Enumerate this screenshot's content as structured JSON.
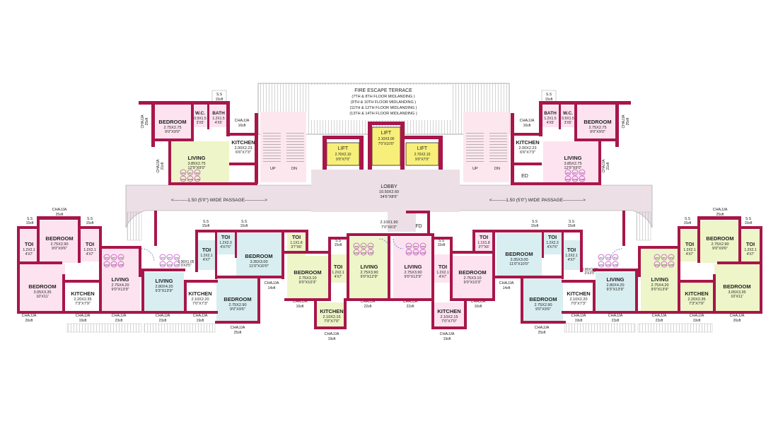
{
  "terrace": {
    "title": "FIRE ESCAPE TERRACE",
    "lines": [
      "(7TH & 8TH FLOOR MIDLANDING )",
      "(9TH & 10TH FLOOR MIDLANDING )",
      "(11TH & 12TH FLOOR MIDLANDING )",
      "(13TH & 14TH FLOOR MIDLANDING )"
    ]
  },
  "lobby": {
    "name": "LOBBY",
    "d1": "10.50X2.60",
    "d2": "34'6\"X8'6\""
  },
  "core": {
    "passage": "<---------1.50 (5'0\") WIDE PASSAGE------------->",
    "corridor_dim1": "2.10X1.90",
    "corridor_dim2": "7'0\"X6'3\"",
    "fd": "FD",
    "ed": "ED",
    "up": "UP",
    "dn": "DN"
  },
  "lifts": [
    {
      "name": "LIFT",
      "d1": "2.70X2.10",
      "d2": "9'0\"X7'0\""
    },
    {
      "name": "LIFT",
      "d1": "2.10X3.00",
      "d2": "7'0\"X10'0\""
    },
    {
      "name": "LIFT",
      "d1": "2.70X2.10",
      "d2": "9'0\"X7'0\""
    }
  ],
  "common": {
    "chajja": "CHAJJA",
    "ss": "S.S",
    "ss_area": "15sft"
  },
  "chajja_areas": [
    "25sft",
    "16sft",
    "21sft",
    "26sft",
    "19sft",
    "23sft",
    "14sft",
    "22sft"
  ],
  "rooms": {
    "bedroom": "BEDROOM",
    "living": "LIVING",
    "kitchen": "KITCHEN",
    "toi": "TOI",
    "wc": "W.C.",
    "bath": "BATH"
  },
  "dims": {
    "bed_275x275": [
      "2.75X2.75",
      "9'0\"X9'0\""
    ],
    "wc": [
      "0.9X1.5",
      "3'X5'"
    ],
    "bath": [
      "1.2X1.5",
      "4'X5'"
    ],
    "kit_200x223": [
      "2.00X2.23",
      "6'6\"X7'3\""
    ],
    "liv_385x275": [
      "3.85X2.75",
      "12'9\"X9'0\""
    ],
    "bed_275x290": [
      "2.75X2.90",
      "9'0\"X9'6\""
    ],
    "toi_12x21": [
      "1.2X2.1",
      "4'X7'"
    ],
    "bed_305x335": [
      "3.05X3.35",
      "10'X11'"
    ],
    "kit_220x235": [
      "2.20X2.35",
      "7'3\"X7'9\""
    ],
    "liv_275x420": [
      "2.75X4.20",
      "9'0\"X13'9\""
    ],
    "liv_280x420": [
      "2.80X4.20",
      "9'3\"X13'9\""
    ],
    "toi_12x23": [
      "1.2X2.3",
      "4'X7'6\""
    ],
    "bed_335x300": [
      "3.35X3.00",
      "11'0\"X10'0\""
    ],
    "kit_210x220": [
      "2.10X2.20",
      "7'0\"X7'3\""
    ],
    "toi_11x18": [
      "1.1X1.8",
      "3'7\"X6'"
    ],
    "bed_275x310": [
      "2.75X3.10",
      "9'0\"X10'3\""
    ],
    "liv_275x390": [
      "2.75X3.90",
      "9'0\"X12'9\""
    ],
    "kit_210x215": [
      "2.10X2.15",
      "7'0\"X7'0\""
    ],
    "duct_090x105": [
      "0.90X1.05",
      "3'X3'5\""
    ]
  },
  "flat_numbers": {
    "f1": [
      "603",
      "607",
      "609"
    ],
    "f2": [
      "1001",
      "1003",
      "1405"
    ]
  },
  "colors": {
    "wall": "#a8164a",
    "lobby": "#ece0e6",
    "bedroom": "#fde3ef",
    "living_green": "#eef5c8",
    "living_blue": "#d8eef0",
    "kitchen": "#ffffff",
    "lift": "#f7ef7a",
    "flat_badge": "#c044c8"
  }
}
